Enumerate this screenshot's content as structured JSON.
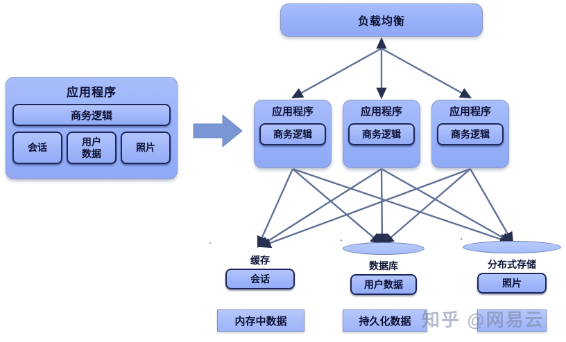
{
  "diagram": {
    "monolith": {
      "title": "应用程序",
      "business_logic": "商务逻辑",
      "components": [
        {
          "label": "会话"
        },
        {
          "label": "用户\n数据"
        },
        {
          "label": "照片"
        }
      ]
    },
    "transform_arrow": "right-arrow",
    "load_balancer": {
      "title": "负载均衡"
    },
    "app_servers": [
      {
        "title": "应用程序",
        "business_logic": "商务逻辑"
      },
      {
        "title": "应用程序",
        "business_logic": "商务逻辑"
      },
      {
        "title": "应用程序",
        "business_logic": "商务逻辑"
      }
    ],
    "storage": [
      {
        "title": "缓存",
        "content": "会话",
        "caption": "内存中数据",
        "shape": "ellipse"
      },
      {
        "title": "数据库",
        "content": "用户数据",
        "caption": "持久化数据",
        "shape": "cylinder"
      },
      {
        "title": "分布式存储",
        "content": "照片",
        "caption": "",
        "shape": "cylinder"
      }
    ],
    "watermark": "知乎 @网易云",
    "colors": {
      "box_fill": "#9cb4fa",
      "box_fill_light": "#b2c4fb",
      "inner_border": "#1d2658",
      "outer_border": "#8d9ac4",
      "connector": "#5f7095",
      "arrow_fill": "#7b96d4",
      "text": "#0d1133",
      "background": "#ffffff"
    }
  }
}
